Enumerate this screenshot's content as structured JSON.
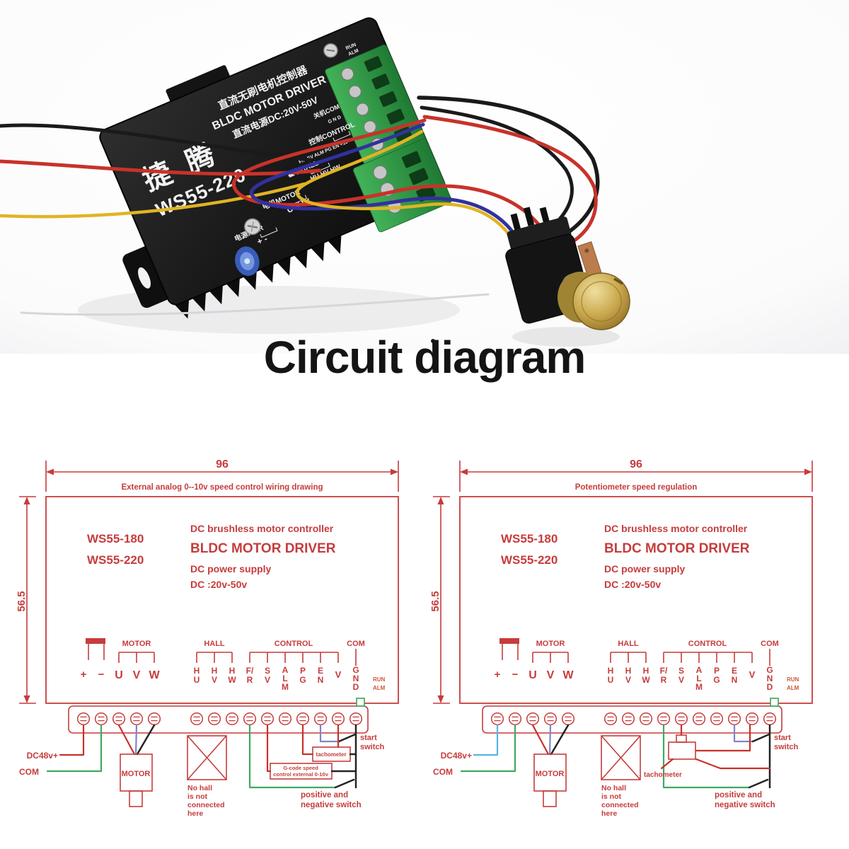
{
  "title": "Circuit diagram",
  "colors": {
    "diagram_red": "#c63c3c",
    "wire_red": "#c8322a",
    "wire_green": "#3fa963",
    "wire_purple": "#8084c8",
    "wire_light_blue": "#58b4e4",
    "wire_black": "#242424",
    "wire_yellow": "#e0b424",
    "device_green_block": "#2f9342",
    "knob_brass": "#c9a84d",
    "title_color": "#141414"
  },
  "photo": {
    "device": {
      "brand": "捷 腾",
      "model": "WS55-220",
      "line1": "直流无刷电机控制器",
      "line2": "BLDC MOTOR DRIVER",
      "line3": "直流电源DC:20V-50V",
      "label_pwr": "电源PWR",
      "pins_pwr": "+  -",
      "label_motor": "电机MOTOR",
      "pins_motor": "U V W",
      "label_hall": "霍尔HALL",
      "pins_hall": "HU HV HW",
      "label_control": "控制CONTROL",
      "pins_control": "F/R SV ALM PG EN +10",
      "label_com": "关机COM",
      "pins_com": "G N D",
      "label_run": "RUN",
      "label_alm": "ALM"
    }
  },
  "diagrams": [
    {
      "dim_width": "96",
      "dim_height": "56.5",
      "subtitle": "External analog 0--10v speed control wiring drawing",
      "model1": "WS55-180",
      "model2": "WS55-220",
      "heading1": "DC brushless motor controller",
      "heading2": "BLDC  MOTOR  DRIVER",
      "heading3": "DC power supply",
      "heading4": "DC :20v-50v",
      "group_motor": "MOTOR",
      "group_hall": "HALL",
      "group_control": "CONTROL",
      "group_com": "COM",
      "pins": {
        "p1": "+",
        "p2": "−",
        "p3": "U",
        "p4": "V",
        "p5": "W",
        "p6a": "H",
        "p6b": "U",
        "p7a": "H",
        "p7b": "V",
        "p8a": "H",
        "p8b": "W",
        "p9a": "F/",
        "p9b": "R",
        "p10a": "S",
        "p10b": "V",
        "p11a": "A",
        "p11b": "L",
        "p11c": "M",
        "p12a": "P",
        "p12b": "G",
        "p13a": "E",
        "p13b": "N",
        "p14": "V",
        "p15a": "G",
        "p15b": "N",
        "p15c": "D"
      },
      "led_run": "RUN",
      "led_alm": "ALM",
      "label_dc": "DC48v+",
      "label_com": "COM",
      "label_motor": "MOTOR",
      "nohall1": "No hall",
      "nohall2": "is not",
      "nohall3": "connected",
      "nohall4": "here",
      "start1": "start",
      "start2": "switch",
      "posneg1": "positive and",
      "posneg2": "negative switch",
      "tach": "tachometer",
      "gcode1": "G-code speed",
      "gcode2": "control external 0-10v"
    },
    {
      "dim_width": "96",
      "dim_height": "56.5",
      "subtitle": "Potentiometer speed regulation",
      "model1": "WS55-180",
      "model2": "WS55-220",
      "heading1": "DC brushless motor controller",
      "heading2": "BLDC  MOTOR  DRIVER",
      "heading3": "DC power supply",
      "heading4": "DC :20v-50v",
      "group_motor": "MOTOR",
      "group_hall": "HALL",
      "group_control": "CONTROL",
      "group_com": "COM",
      "pins": {
        "p1": "+",
        "p2": "−",
        "p3": "U",
        "p4": "V",
        "p5": "W",
        "p6a": "H",
        "p6b": "U",
        "p7a": "H",
        "p7b": "V",
        "p8a": "H",
        "p8b": "W",
        "p9a": "F/",
        "p9b": "R",
        "p10a": "S",
        "p10b": "V",
        "p11a": "A",
        "p11b": "L",
        "p11c": "M",
        "p12a": "P",
        "p12b": "G",
        "p13a": "E",
        "p13b": "N",
        "p14": "V",
        "p15a": "G",
        "p15b": "N",
        "p15c": "D"
      },
      "led_run": "RUN",
      "led_alm": "ALM",
      "label_dc": "DC48v+",
      "label_com": "COM",
      "label_motor": "MOTOR",
      "nohall1": "No hall",
      "nohall2": "is not",
      "nohall3": "connected",
      "nohall4": "here",
      "start1": "start",
      "start2": "switch",
      "posneg1": "positive and",
      "posneg2": "negative switch",
      "tach": "tachometer"
    }
  ]
}
